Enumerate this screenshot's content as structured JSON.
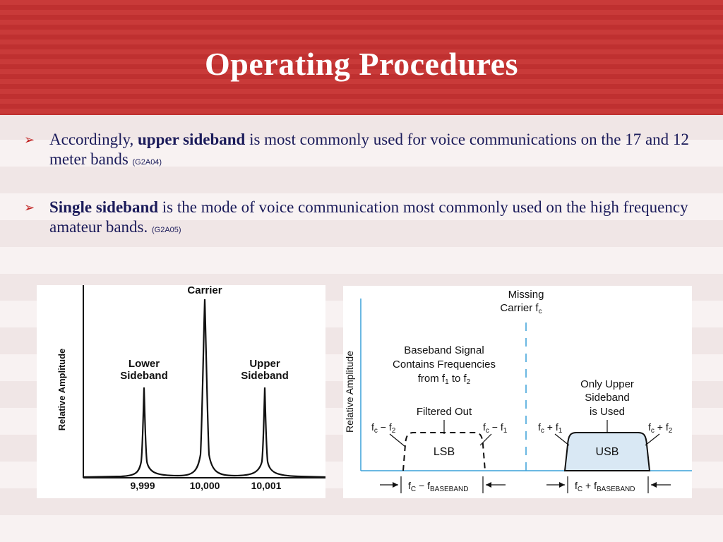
{
  "slide": {
    "title": "Operating Procedures",
    "bullets": [
      {
        "pre": "Accordingly, ",
        "bold": "upper sideband",
        "post": " is most commonly used for voice communications on the 17 and 12 meter bands",
        "ref": "(G2A04)"
      },
      {
        "pre": "",
        "bold": "Single sideband",
        "post": " is the mode of voice communication most commonly used on the high frequency amateur bands.",
        "ref": "(G2A05)"
      }
    ]
  },
  "left_figure": {
    "peaks": [
      {
        "label_line1": "Lower",
        "label_line2": "Sideband",
        "tick": "9,999"
      },
      {
        "label_line1": "Carrier",
        "label_line2": "",
        "tick": "10,000"
      },
      {
        "label_line1": "Upper",
        "label_line2": "Sideband",
        "tick": "10,001"
      }
    ],
    "ylabel": "Relative Amplitude"
  },
  "right_figure": {
    "ylabel": "Relative Amplitude",
    "missing_l1": "Missing",
    "missing_l2": "Carrier f",
    "missing_sub": "c",
    "baseband_l1": "Baseband Signal",
    "baseband_l2": "Contains Frequencies",
    "baseband_l3a": "from f",
    "baseband_l3b": " to f",
    "sub1": "1",
    "sub2": "2",
    "filtered": "Filtered Out",
    "only_l1": "Only Upper",
    "only_l2": "Sideband",
    "only_l3": "is Used",
    "lsb": "LSB",
    "usb": "USB",
    "f": "f",
    "c": "c",
    "C": "C",
    "minus": " − ",
    "plus": " + ",
    "baseband_sub": "BASEBAND"
  }
}
